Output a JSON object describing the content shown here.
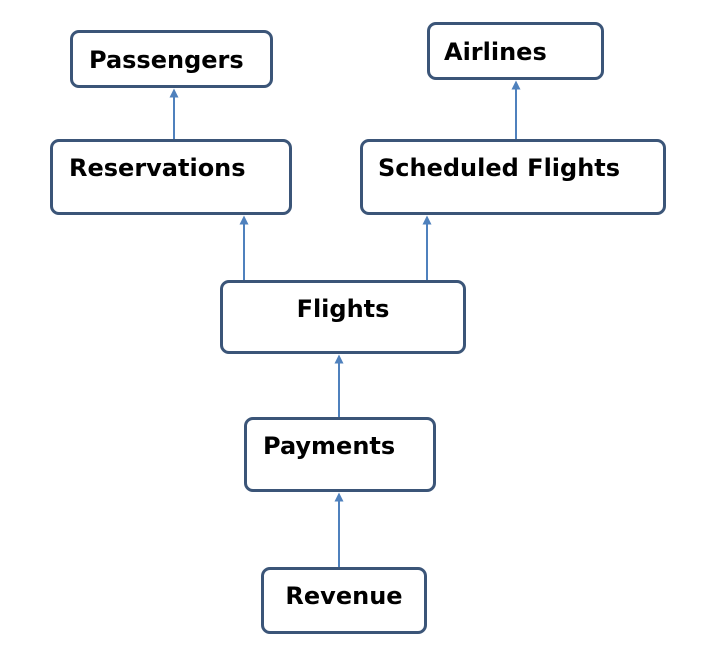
{
  "diagram": {
    "nodes": [
      {
        "id": "passengers",
        "label": "Passengers"
      },
      {
        "id": "airlines",
        "label": "Airlines"
      },
      {
        "id": "reservations",
        "label": "Reservations"
      },
      {
        "id": "scheduled_flights",
        "label": "Scheduled Flights"
      },
      {
        "id": "flights",
        "label": "Flights"
      },
      {
        "id": "payments",
        "label": "Payments"
      },
      {
        "id": "revenue",
        "label": "Revenue"
      }
    ],
    "edges": [
      {
        "from": "revenue",
        "to": "payments"
      },
      {
        "from": "payments",
        "to": "flights"
      },
      {
        "from": "flights",
        "to": "reservations"
      },
      {
        "from": "flights",
        "to": "scheduled_flights"
      },
      {
        "from": "reservations",
        "to": "passengers"
      },
      {
        "from": "scheduled_flights",
        "to": "airlines"
      }
    ],
    "colors": {
      "box_border": "#3b5578",
      "arrow": "#4f81bd",
      "text": "#000000"
    }
  }
}
